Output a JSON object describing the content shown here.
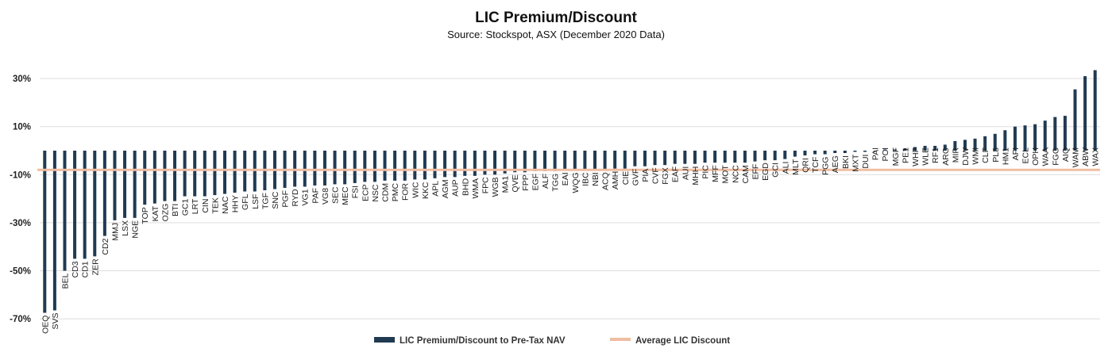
{
  "chart_data": {
    "type": "bar",
    "title": "LIC Premium/Discount",
    "subtitle": "Source: Stockspot, ASX (December 2020 Data)",
    "xlabel": "",
    "ylabel": "",
    "ylim": [
      -70,
      40
    ],
    "yticks": [
      "30%",
      "10%",
      "-10%",
      "-30%",
      "-50%",
      "-70%"
    ],
    "ytick_values": [
      30,
      10,
      -10,
      -30,
      -50,
      -70
    ],
    "grid": true,
    "legend_position": "bottom",
    "colors": {
      "bars": "#203a52",
      "average": "#efbea2"
    },
    "categories": [
      "OEQ",
      "SVS",
      "BEL",
      "CD3",
      "CD1",
      "ZER",
      "CD2",
      "MMJ",
      "LSX",
      "NGE",
      "TOP",
      "KAT",
      "OZG",
      "BTI",
      "GC1",
      "LRT",
      "CIN",
      "TEK",
      "NAC",
      "HHY",
      "GFL",
      "LSF",
      "TGF",
      "SNC",
      "PGF",
      "RYD",
      "VG1",
      "PAF",
      "VG8",
      "SEC",
      "MEC",
      "FSI",
      "ECP",
      "NSC",
      "CDM",
      "PMC",
      "FOR",
      "WIC",
      "KKC",
      "APL",
      "AGM",
      "AUP",
      "BHD",
      "WMA",
      "FPC",
      "WGB",
      "MA1",
      "QVE",
      "FPP",
      "EGF",
      "ALF",
      "TGG",
      "EAI",
      "WQG",
      "IBC",
      "NBI",
      "ACQ",
      "AMH",
      "CIE",
      "GVF",
      "PIA",
      "CVF",
      "FGX",
      "EAF",
      "AUI",
      "MHH",
      "PIC",
      "MFF",
      "MOT",
      "NCC",
      "CAM",
      "EFF",
      "EGD",
      "GCI",
      "ALI",
      "MLT",
      "QRI",
      "TCF",
      "PGG",
      "AEG",
      "BKI",
      "MXT",
      "DUI",
      "PAI",
      "PCI",
      "MGF",
      "PE1",
      "WHF",
      "WLE",
      "RF1",
      "ARG",
      "MIR",
      "DJW",
      "WMI",
      "CLF",
      "PL8",
      "HM1",
      "AFI",
      "ECL",
      "OPH",
      "WAA",
      "FGG",
      "AIQ",
      "WAM",
      "ABW",
      "WAX"
    ],
    "series": [
      {
        "name": "LIC Premium/Discount to Pre-Tax NAV",
        "values": [
          -67.5,
          -66.5,
          -50,
          -45,
          -45,
          -44,
          -35.5,
          -29,
          -28,
          -28,
          -22.5,
          -22,
          -21,
          -21,
          -19,
          -19,
          -19,
          -18.5,
          -18,
          -17.5,
          -17,
          -17,
          -16.5,
          -16,
          -15.5,
          -15,
          -15,
          -14.5,
          -14.5,
          -14,
          -14,
          -13.5,
          -13,
          -13,
          -12.5,
          -12.5,
          -12.5,
          -12,
          -12,
          -11.5,
          -11,
          -11,
          -10.5,
          -10.5,
          -10,
          -10,
          -9.5,
          -9,
          -9,
          -8.5,
          -8.5,
          -8.5,
          -8,
          -8,
          -8,
          -8,
          -8,
          -7.5,
          -7.5,
          -6.5,
          -6.5,
          -6,
          -6,
          -5.5,
          -5.5,
          -5.5,
          -5,
          -5,
          -5,
          -5,
          -5,
          -4.5,
          -4,
          -4,
          -3.5,
          -2.5,
          -2,
          -1.5,
          -1.5,
          -1,
          -1,
          -0.5,
          -0.5,
          0,
          0.5,
          0.5,
          1,
          1.5,
          2,
          2,
          2.5,
          4,
          4.5,
          5,
          6,
          7,
          8.5,
          10,
          10.5,
          11,
          12.5,
          14,
          14.5,
          25.5,
          31,
          33.5
        ]
      },
      {
        "name": "Average LIC Discount",
        "type": "line",
        "value": -8
      }
    ]
  }
}
